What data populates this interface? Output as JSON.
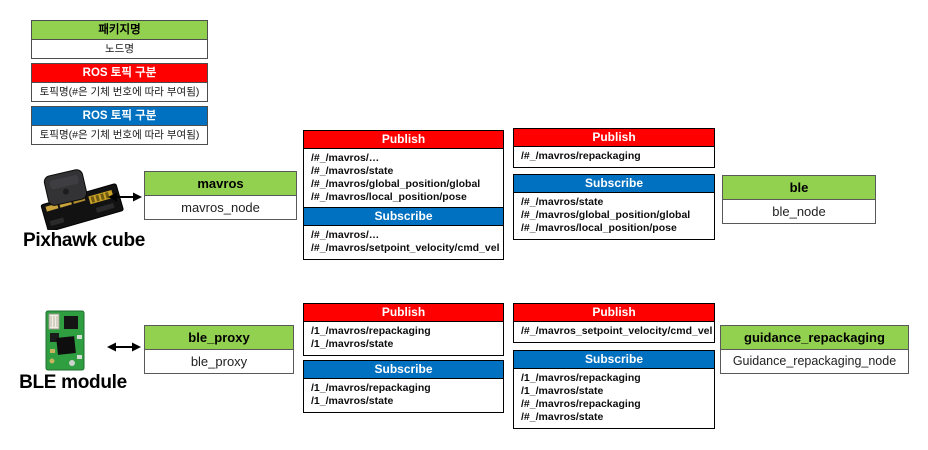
{
  "colors": {
    "green": "#92d050",
    "red": "#ff0000",
    "blue": "#0070c0"
  },
  "legend": [
    {
      "header": "패키지명",
      "body": "노드명"
    },
    {
      "header": "ROS 토픽 구분",
      "body": "토픽명(#은 기체 번호에 따라 부여됨)"
    },
    {
      "header": "ROS 토픽 구분",
      "body": "토픽명(#은 기체 번호에 따라 부여됨)"
    }
  ],
  "devices": {
    "pixhawk": {
      "label": "Pixhawk cube"
    },
    "ble": {
      "label": "BLE module"
    }
  },
  "nodes": {
    "mavros": {
      "package": "mavros",
      "node": "mavros_node"
    },
    "ble": {
      "package": "ble",
      "node": "ble_node"
    },
    "ble_proxy": {
      "package": "ble_proxy",
      "node": "ble_proxy"
    },
    "guidance": {
      "package": "guidance_repackaging",
      "node": "Guidance_repackaging_node"
    }
  },
  "topic_boxes": {
    "mavros_publish": {
      "header": "Publish",
      "topics": [
        "/#_/mavros/…",
        "/#_/mavros/state",
        "/#_/mavros/global_position/global",
        "/#_/mavros/local_position/pose"
      ]
    },
    "mavros_subscribe": {
      "header": "Subscribe",
      "topics": [
        "/#_/mavros/…",
        "/#_/mavros/setpoint_velocity/cmd_vel"
      ]
    },
    "ble_publish": {
      "header": "Publish",
      "topics": [
        "/#_/mavros/repackaging"
      ]
    },
    "ble_subscribe": {
      "header": "Subscribe",
      "topics": [
        "/#_/mavros/state",
        "/#_/mavros/global_position/global",
        "/#_/mavros/local_position/pose"
      ]
    },
    "ble_proxy_publish": {
      "header": "Publish",
      "topics": [
        "/1_/mavros/repackaging",
        "/1_/mavros/state"
      ]
    },
    "ble_proxy_subscribe": {
      "header": "Subscribe",
      "topics": [
        "/1_/mavros/repackaging",
        "/1_/mavros/state"
      ]
    },
    "guidance_publish": {
      "header": "Publish",
      "topics": [
        "/#_/mavros_setpoint_velocity/cmd_vel"
      ]
    },
    "guidance_subscribe": {
      "header": "Subscribe",
      "topics": [
        "/1_/mavros/repackaging",
        "/1_/mavros/state",
        "/#_/mavros/repackaging",
        "/#_/mavros/state"
      ]
    }
  }
}
